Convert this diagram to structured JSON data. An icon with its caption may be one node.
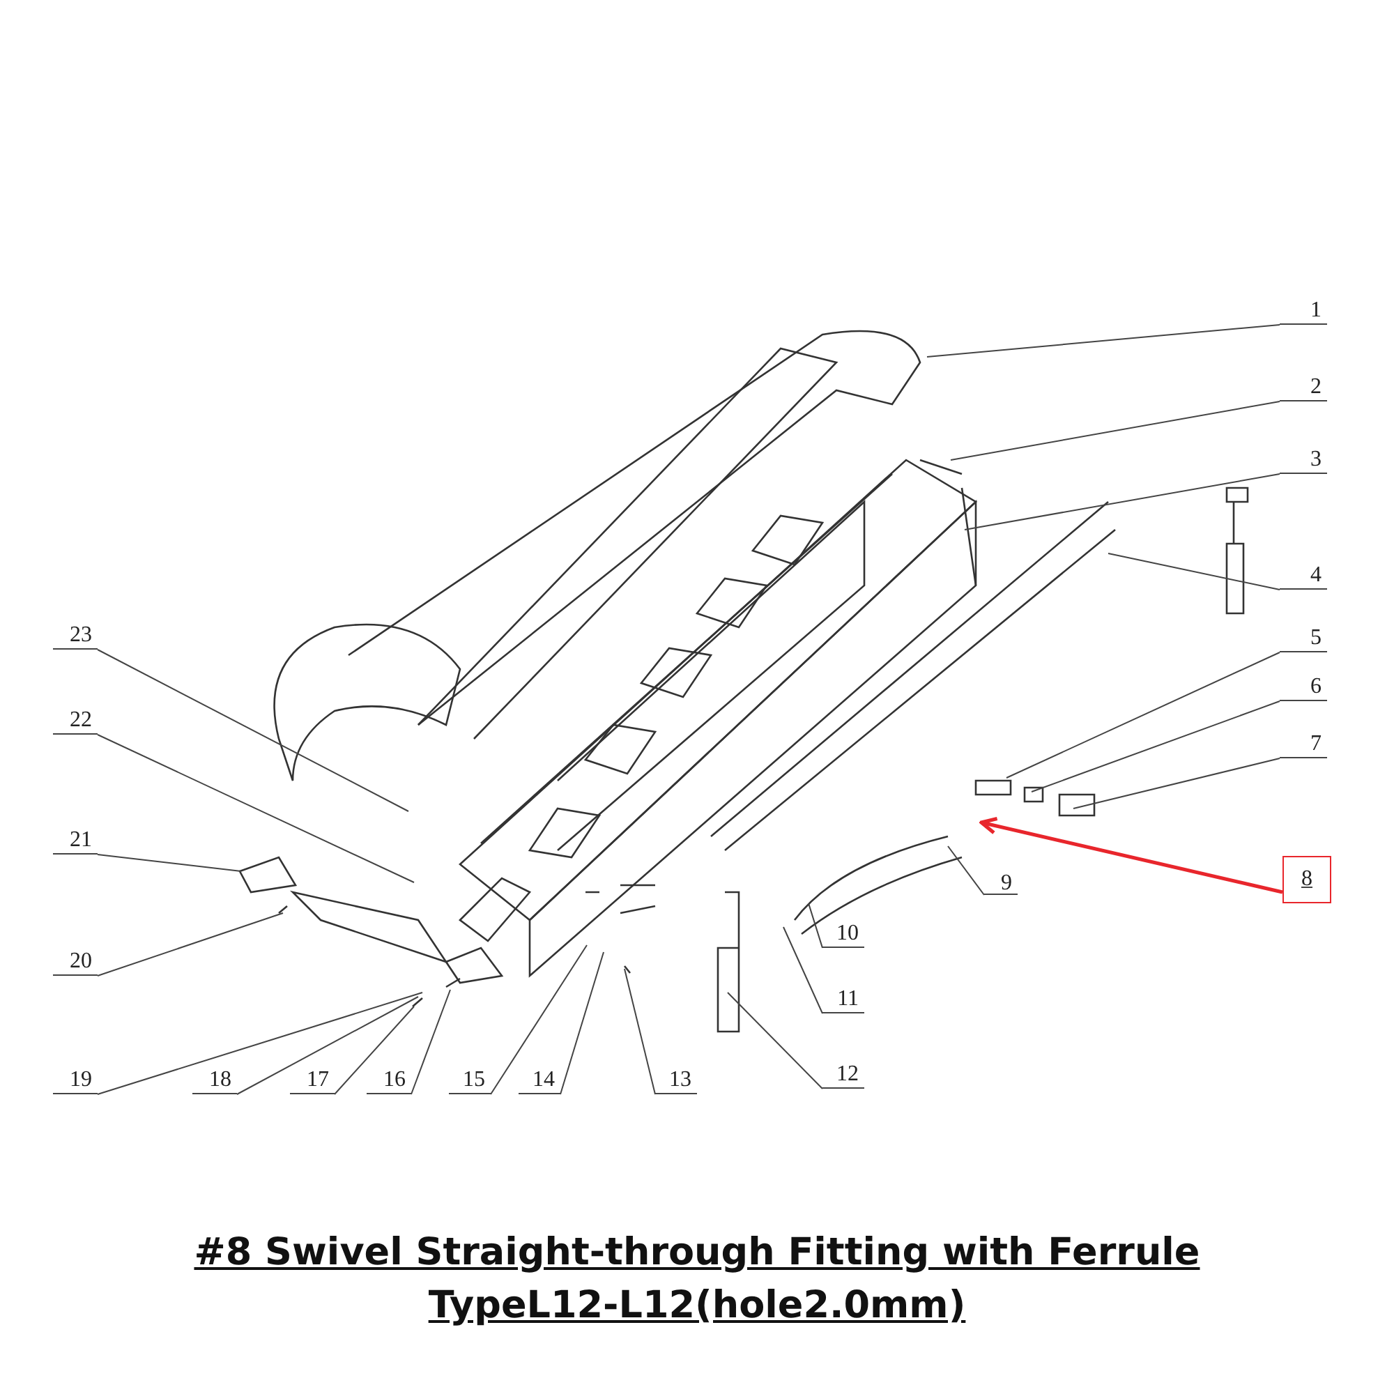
{
  "diagram": {
    "caption": "#8 Swivel Straight-through Fitting with Ferrule TypeL12-L12(hole2.0mm)",
    "nodes": [
      {
        "text": [
          "1"
        ]
      },
      {
        "text": [
          "2"
        ]
      },
      {
        "text": [
          "3"
        ]
      },
      {
        "text": [
          "4"
        ]
      },
      {
        "text": [
          "5"
        ]
      },
      {
        "text": [
          "6"
        ]
      },
      {
        "text": [
          "7"
        ]
      },
      {
        "text": [
          "8"
        ]
      },
      {
        "text": [
          "9"
        ]
      },
      {
        "text": [
          "10"
        ]
      },
      {
        "text": [
          "11"
        ]
      },
      {
        "text": [
          "12"
        ]
      },
      {
        "text": [
          "13"
        ]
      },
      {
        "text": [
          "14"
        ]
      },
      {
        "text": [
          "15"
        ]
      },
      {
        "text": [
          "16"
        ]
      },
      {
        "text": [
          "17"
        ]
      },
      {
        "text": [
          "18"
        ]
      },
      {
        "text": [
          "19"
        ]
      },
      {
        "text": [
          "20"
        ]
      },
      {
        "text": [
          "21"
        ]
      },
      {
        "text": [
          "22"
        ]
      },
      {
        "text": [
          "23"
        ]
      }
    ],
    "edges": [
      {
        "from": 0,
        "to": null,
        "arrow": "none"
      },
      {
        "from": 1,
        "to": null,
        "arrow": "none"
      },
      {
        "from": 2,
        "to": null,
        "arrow": "none"
      },
      {
        "from": 3,
        "to": null,
        "arrow": "none"
      },
      {
        "from": 4,
        "to": null,
        "arrow": "none"
      },
      {
        "from": 5,
        "to": null,
        "arrow": "none"
      },
      {
        "from": 6,
        "to": null,
        "arrow": "none"
      },
      {
        "from": 7,
        "to": null,
        "arrow": "to",
        "style": "thick",
        "color": "#e8262c"
      },
      {
        "from": 8,
        "to": null,
        "arrow": "none"
      },
      {
        "from": 9,
        "to": null,
        "arrow": "none"
      },
      {
        "from": 10,
        "to": null,
        "arrow": "none"
      },
      {
        "from": 11,
        "to": null,
        "arrow": "none"
      },
      {
        "from": 12,
        "to": null,
        "arrow": "none"
      },
      {
        "from": 13,
        "to": null,
        "arrow": "none"
      },
      {
        "from": 14,
        "to": null,
        "arrow": "none"
      },
      {
        "from": 15,
        "to": null,
        "arrow": "none"
      },
      {
        "from": 16,
        "to": null,
        "arrow": "none"
      },
      {
        "from": 17,
        "to": null,
        "arrow": "none"
      },
      {
        "from": 18,
        "to": null,
        "arrow": "none"
      },
      {
        "from": 19,
        "to": null,
        "arrow": "none"
      },
      {
        "from": 20,
        "to": null,
        "arrow": "none"
      },
      {
        "from": 21,
        "to": null,
        "arrow": "none"
      },
      {
        "from": 22,
        "to": null,
        "arrow": "none"
      }
    ]
  }
}
